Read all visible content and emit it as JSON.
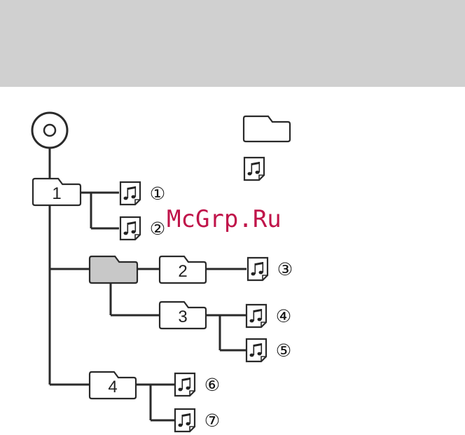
{
  "colors": {
    "header_band": "#d0d0d0",
    "line": "#2a2a2a",
    "folder_fill": "#ffffff",
    "folder_highlight": "#c8c8c8",
    "watermark": "#c0144a"
  },
  "folders": {
    "f1": "1",
    "f2": "2",
    "f3": "3",
    "f4": "4",
    "root_highlight": ""
  },
  "tracks": {
    "t1": "①",
    "t2": "②",
    "t3": "③",
    "t4": "④",
    "t5": "⑤",
    "t6": "⑥",
    "t7": "⑦"
  },
  "icons": {
    "disc": "cd-disc-icon",
    "folder": "folder-icon",
    "audio_file": "audio-file-icon"
  },
  "watermark": "McGrp.Ru"
}
